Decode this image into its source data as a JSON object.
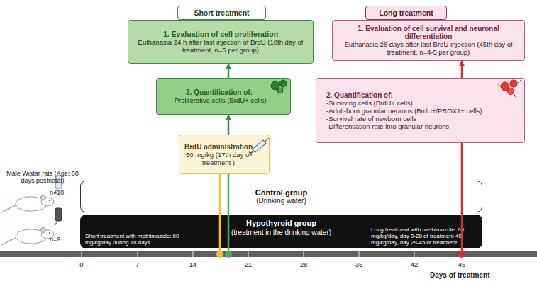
{
  "diagram": {
    "nodes": [
      {
        "text": [
          "Short treatment"
        ]
      },
      {
        "text": [
          "1. Evaluation of cell proliferation",
          "Euthanasia 24 h after last injection of BrdU (18th day of treatment, n=5 per group)"
        ]
      },
      {
        "text": [
          "Long treatment"
        ]
      },
      {
        "text": [
          "1. Evaluation of cell survival and neuronal differentiation",
          "Euthanasia 28 days after last BrdU injection (45th day of treatment, n=4-5 per group)"
        ]
      },
      {
        "text": [
          "2. Quantification of:",
          "-Proliferative cells (BrdU+ cells)"
        ]
      },
      {
        "text": [
          "2. Quantification of:",
          "-Surviving cells (BrdU+ cells)",
          "-Adult-born granular neurons (BrdU+/PROX1+ cells)",
          "-Survival rate of newborn cells",
          "-Differentiation rate into granular neurons"
        ]
      },
      {
        "text": [
          "BrdU administration",
          "50 mg/kg (17th day of treatment )"
        ]
      },
      {
        "text": [
          "Control group",
          "(Drinking water)"
        ]
      },
      {
        "text": [
          "Hypothyroid group",
          "(treatment in the drinking water)",
          "Short treatment with methimazole: 60 mg/kg/day during 18 days",
          "Long treatment with methimazole: 60 mg/kg/day, day 0-28 of treatment 45 mg/kg/day, day 29-45 of treatment"
        ]
      }
    ],
    "edges": [
      {
        "from": 6,
        "to": 4,
        "arrow": "to"
      },
      {
        "from": 4,
        "to": 1,
        "arrow": "to"
      },
      {
        "from": 5,
        "to": 3,
        "arrow": "to"
      }
    ],
    "labels": [
      "Male Wistar rats (Age: 60 days postnatal)",
      "n=10",
      "n=9",
      "0",
      "7",
      "14",
      "21",
      "28",
      "35",
      "42",
      "45",
      "Days of treatment"
    ]
  }
}
